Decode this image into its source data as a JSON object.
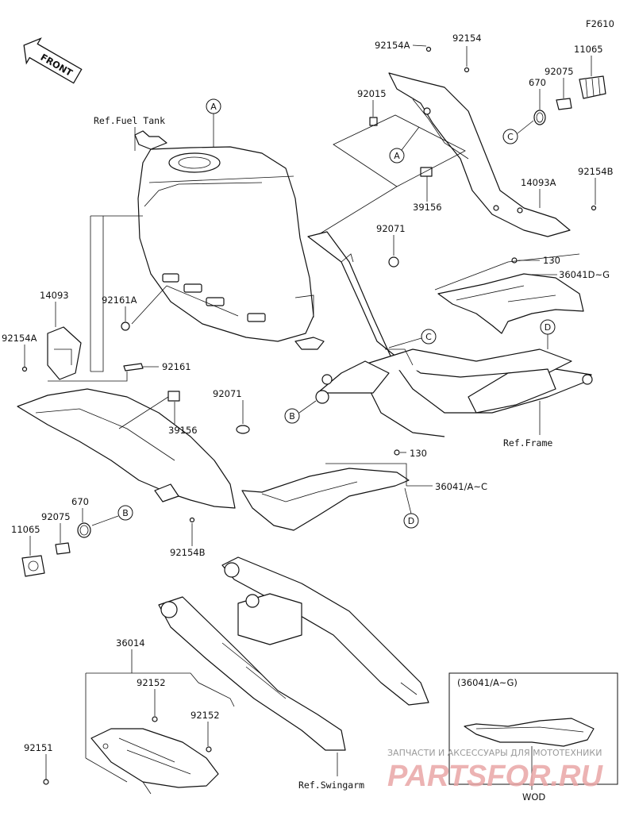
{
  "figure_id": "F2610",
  "front_arrow": "FRONT",
  "references": {
    "fuel_tank": "Ref.Fuel Tank",
    "frame": "Ref.Frame",
    "swingarm": "Ref.Swingarm"
  },
  "callouts": [
    "A",
    "B",
    "C",
    "D"
  ],
  "part_labels": {
    "p92154A_top": "92154A",
    "p92154_top": "92154",
    "p11065_top": "11065",
    "p92075_top": "92075",
    "p670_top": "670",
    "p92015": "92015",
    "p14093A": "14093A",
    "p92154B_right": "92154B",
    "p39156_top": "39156",
    "p92071_top": "92071",
    "p130_top": "130",
    "p36041DG": "36041D~G",
    "p14093": "14093",
    "p92154A_left": "92154A",
    "p92161A": "92161A",
    "p92161": "92161",
    "p92071_mid": "92071",
    "p39156_left": "39156",
    "p130_mid": "130",
    "p36041AC": "36041/A~C",
    "p670_left": "670",
    "p92075_left": "92075",
    "p11065_left": "11065",
    "p92154B_left": "92154B",
    "p36014": "36014",
    "p92152_a": "92152",
    "p92152_b": "92152",
    "p92151": "92151"
  },
  "inset": {
    "title": "(36041/A~G)",
    "caption": "WOD"
  },
  "watermark": {
    "line1": "ЗАПЧАСТИ И АКСЕССУАРЫ ДЛЯ МОТОТЕХНИКИ",
    "logo": "PARTSFOR.RU"
  }
}
